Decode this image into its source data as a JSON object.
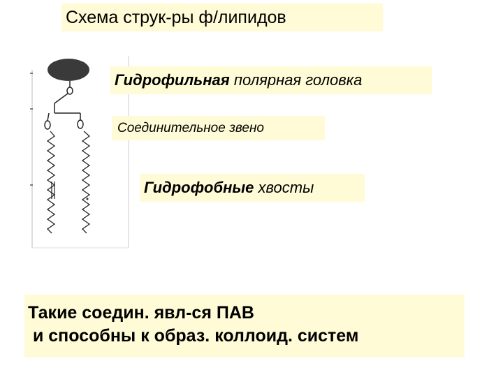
{
  "title": "Схема струк-ры ф/липидов",
  "labels": {
    "head_bold": "Гидрофильная",
    "head_rest": " полярная головка",
    "link": "Соединительное звено",
    "tail_bold": "Гидрофобные",
    "tail_rest": " хвосты"
  },
  "note": {
    "line1": "Такие соедин. явл-ся ПАВ",
    "line2": " и способны к образ. коллоид. систем"
  },
  "colors": {
    "label_background": "#fffbd6",
    "head_fill": "#3a3a3a"
  }
}
